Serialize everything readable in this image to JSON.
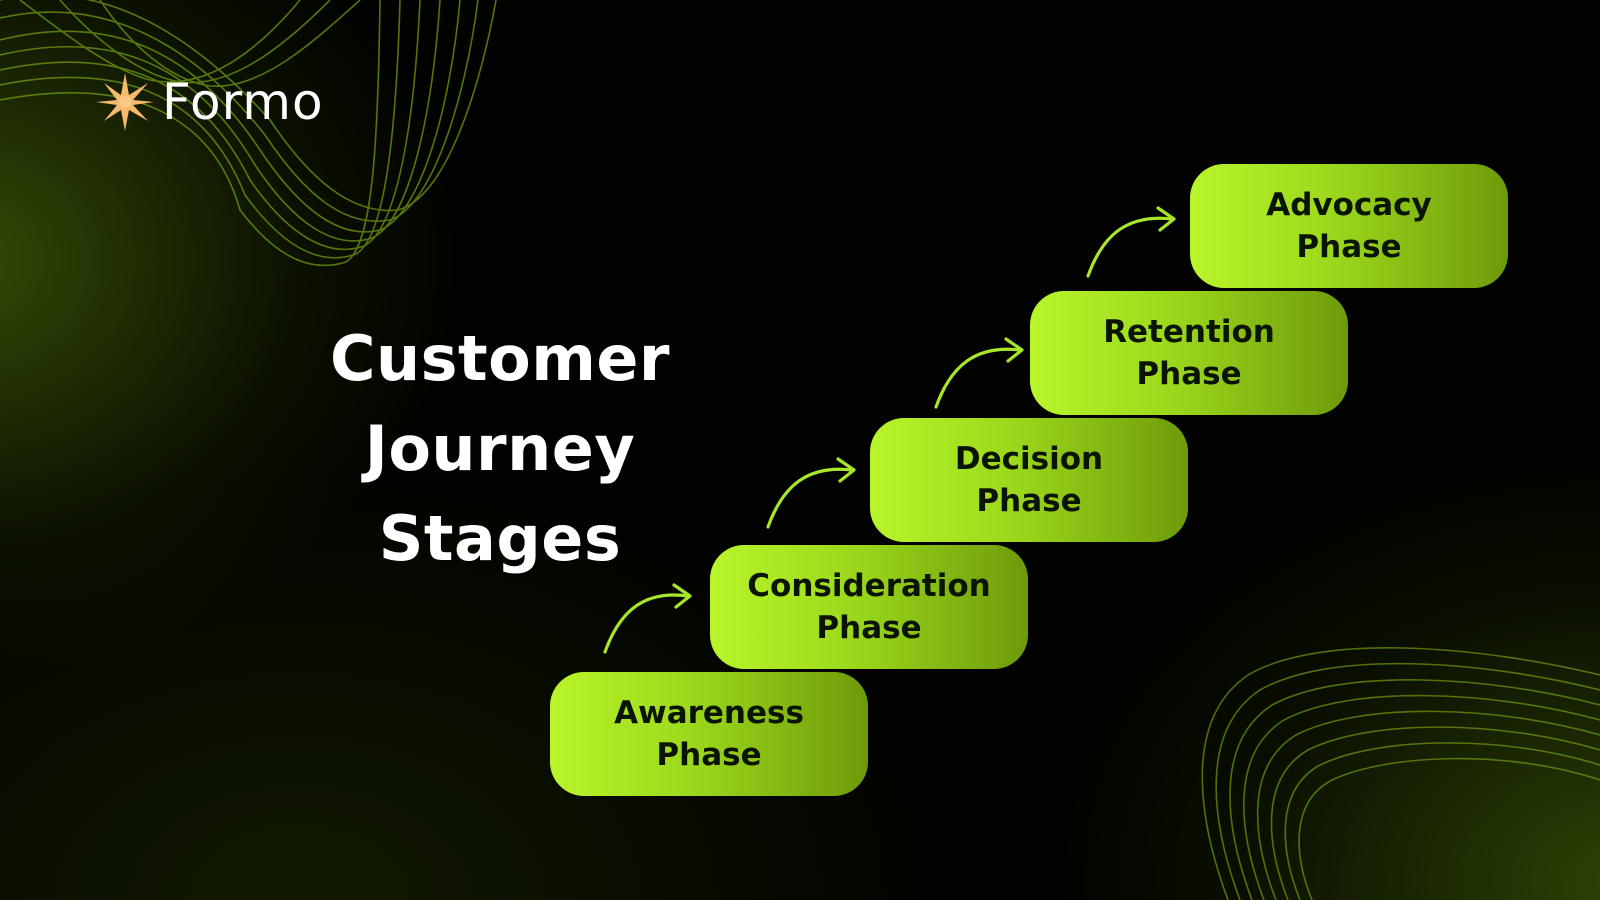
{
  "brand": {
    "name": "Formo",
    "accent_color": "#b8f52a",
    "star_color": "#f7b96a"
  },
  "title": {
    "line1": "Customer Journey",
    "line2": "Stages"
  },
  "stages": [
    {
      "line1": "Awareness",
      "line2": "Phase"
    },
    {
      "line1": "Consideration",
      "line2": "Phase"
    },
    {
      "line1": "Decision",
      "line2": "Phase"
    },
    {
      "line1": "Retention",
      "line2": "Phase"
    },
    {
      "line1": "Advocacy",
      "line2": "Phase"
    }
  ],
  "icons": {
    "logo": "star-burst-icon",
    "connector": "curved-arrow-icon"
  }
}
